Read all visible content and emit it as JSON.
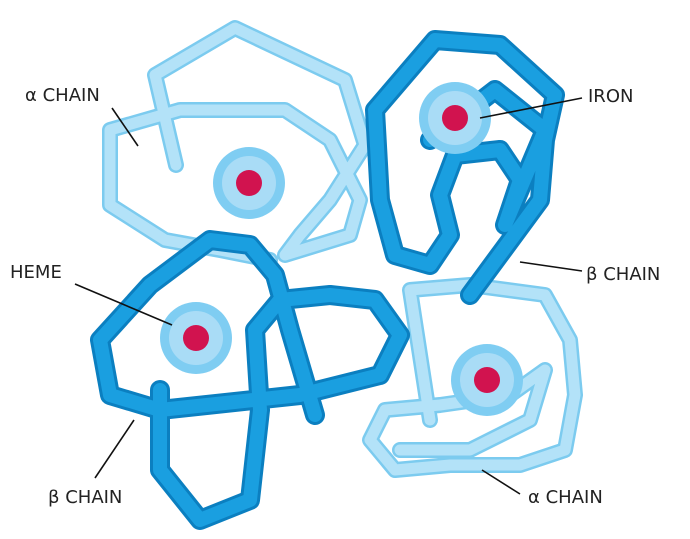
{
  "colors": {
    "alpha_fill": "#b3e2f8",
    "alpha_edge": "#7ccbef",
    "beta_fill": "#1a9fe0",
    "beta_edge": "#0b7fc0",
    "heme_outer": "#7fcdf2",
    "heme_inner": "#a9dcf6",
    "iron": "#d1134f",
    "text": "#222222",
    "background": "#ffffff"
  },
  "labels": {
    "alpha_top_left": "α CHAIN",
    "iron": "IRON",
    "heme": "HEME",
    "beta_right": "β CHAIN",
    "beta_bottom_left": "β CHAIN",
    "alpha_bottom_right": "α CHAIN"
  }
}
